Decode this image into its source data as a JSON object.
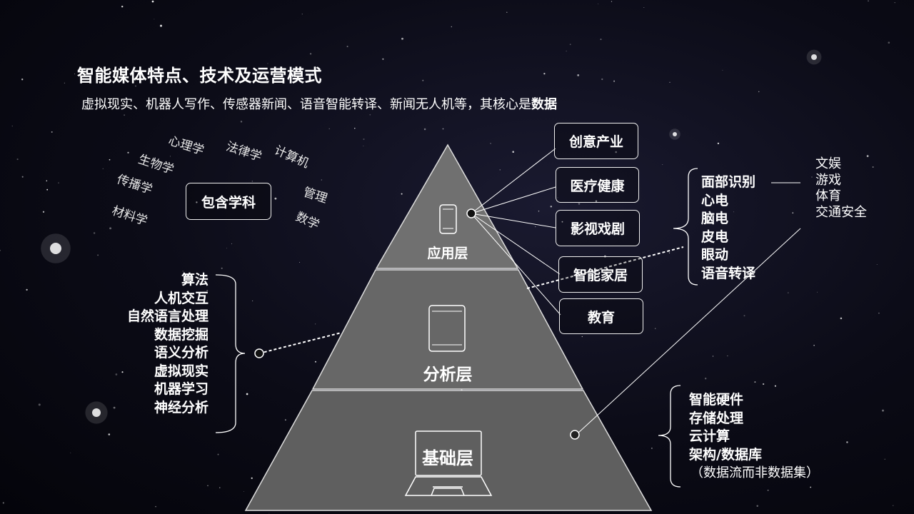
{
  "title": "智能媒体特点、技术及运营模式",
  "subtitle": {
    "text": "虚拟现实、机器人写作、传感器新闻、语音智能转译、新闻无人机等，其核心是",
    "emphasis": "数据"
  },
  "disciplines": {
    "center": "包含学科",
    "items": [
      "心理学",
      "法律学",
      "计算机",
      "生物学",
      "传播学",
      "管理",
      "材料学",
      "数学"
    ]
  },
  "pyramid": {
    "top": "应用层",
    "middle": "分析层",
    "bottom": "基础层"
  },
  "applications": [
    "创意产业",
    "医疗健康",
    "影视戏剧",
    "智能家居",
    "教育"
  ],
  "sensing": [
    "面部识别",
    "心电",
    "脑电",
    "皮电",
    "眼动",
    "语音转译"
  ],
  "entertainment": [
    "文娱",
    "游戏",
    "体育",
    "交通安全"
  ],
  "analysis": [
    "算法",
    "人机交互",
    "自然语言处理",
    "数据挖掘",
    "语义分析",
    "虚拟现实",
    "机器学习",
    "神经分析"
  ],
  "foundation": [
    "智能硬件",
    "存储处理",
    "云计算",
    "架构/数据库",
    "（数据流而非数据集）"
  ]
}
